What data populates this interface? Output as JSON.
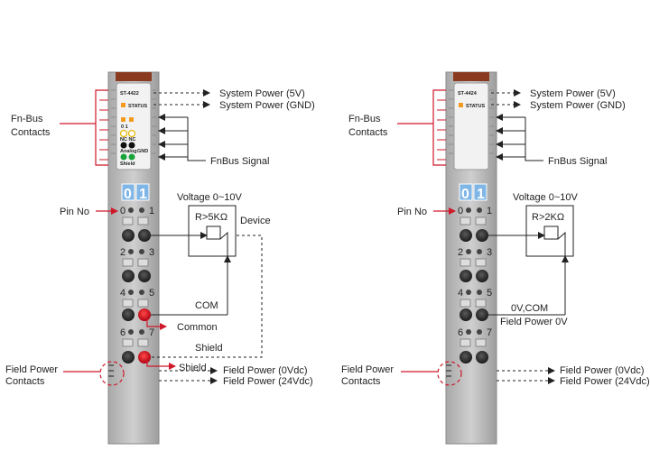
{
  "colors": {
    "accent_red": "#d0182a",
    "module_brown": "#8a3a1f",
    "status_orange": "#f39a1f",
    "badge_blue": "#7fb6e6"
  },
  "left": {
    "model": "ST-4422",
    "status_label": "STATUS",
    "led_labels": {
      "ch01": "0  1",
      "nc": "NC NC",
      "analog": "Analog",
      "gnd": "GND",
      "shield": "Shield"
    },
    "badge_digits": [
      "0",
      "1"
    ],
    "pin_numbers": [
      "0",
      "1",
      "2",
      "3",
      "4",
      "5",
      "6",
      "7"
    ],
    "system_power_5v": "System Power (5V)",
    "system_power_gnd": "System Power (GND)",
    "fnbus_contacts": [
      "Fn-Bus",
      "Contacts"
    ],
    "fnbus_signal": "FnBus Signal",
    "pin_no": "Pin No",
    "voltage": "Voltage  0~10V",
    "resistor": "R>5KΩ",
    "device": "Device",
    "com": "COM",
    "common": "Common",
    "shield": "Shield",
    "shield2": "Shield",
    "field_power_contacts": [
      "Field Power",
      "Contacts"
    ],
    "field_power_0": "Field Power (0Vdc)",
    "field_power_24": "Field Power (24Vdc)"
  },
  "right": {
    "model": "ST-4424",
    "status_label": "STATUS",
    "badge_digits": [
      "0",
      "1"
    ],
    "pin_numbers": [
      "0",
      "1",
      "2",
      "3",
      "4",
      "5",
      "6",
      "7"
    ],
    "system_power_5v": "System Power (5V)",
    "system_power_gnd": "System Power (GND)",
    "fnbus_contacts": [
      "Fn-Bus",
      "Contacts"
    ],
    "fnbus_signal": "FnBus Signal",
    "pin_no": "Pin No",
    "voltage": "Voltage  0~10V",
    "resistor": "R>2KΩ",
    "com": "0V,COM",
    "field_power_0v": "Field Power 0V",
    "field_power_contacts": [
      "Field Power",
      "Contacts"
    ],
    "field_power_0": "Field Power (0Vdc)",
    "field_power_24": "Field Power (24Vdc)"
  }
}
